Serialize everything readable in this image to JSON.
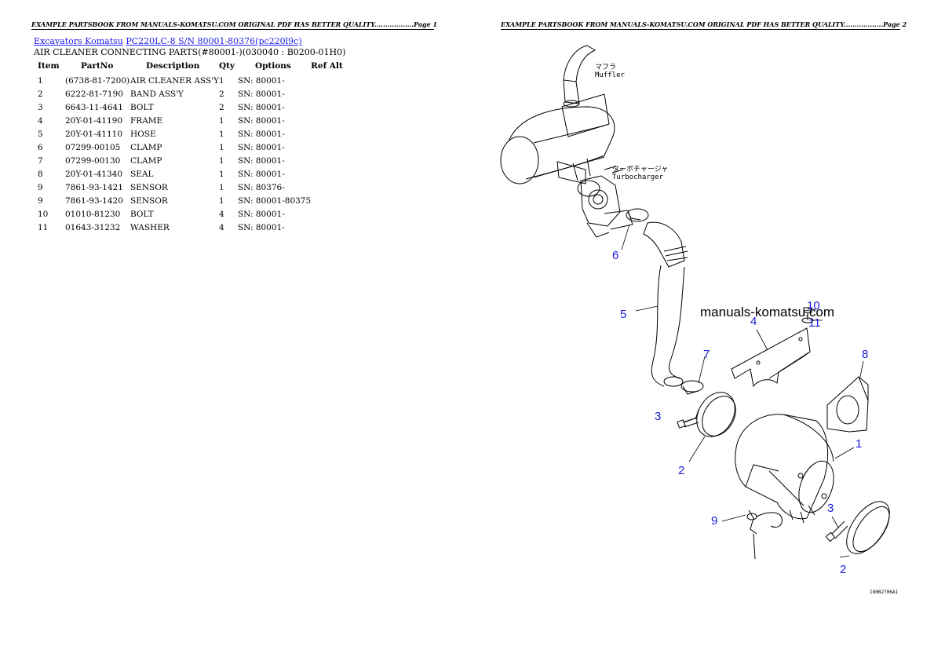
{
  "header": {
    "page1": "EXAMPLE PARTSBOOK FROM MANUALS-KOMATSU.COM ORIGINAL PDF HAS BETTER QUALITY..................Page 1",
    "page2": "EXAMPLE PARTSBOOK FROM MANUALS-KOMATSU.COM ORIGINAL PDF HAS BETTER QUALITY..................Page 2"
  },
  "breadcrumb": {
    "link1": "Excavators Komatsu",
    "link2": "PC220LC-8 S/N 80001-80376(pc220l9c)"
  },
  "subtitle": "AIR CLEANER CONNECTING PARTS(#80001-)(030040 : B0200-01H0)",
  "table": {
    "headers": [
      "Item",
      "PartNo",
      "Description",
      "Qty",
      "Options",
      "Ref Alt"
    ],
    "rows": [
      [
        "1",
        "(6738-81-7200)",
        "AIR CLEANER ASS'Y",
        "1",
        "SN: 80001-",
        ""
      ],
      [
        "2",
        "6222-81-7190",
        "BAND ASS'Y",
        "2",
        "SN: 80001-",
        ""
      ],
      [
        "3",
        "6643-11-4641",
        "BOLT",
        "2",
        "SN: 80001-",
        ""
      ],
      [
        "4",
        "20Y-01-41190",
        "FRAME",
        "1",
        "SN: 80001-",
        ""
      ],
      [
        "5",
        "20Y-01-41110",
        "HOSE",
        "1",
        "SN: 80001-",
        ""
      ],
      [
        "6",
        "07299-00105",
        "CLAMP",
        "1",
        "SN: 80001-",
        ""
      ],
      [
        "7",
        "07299-00130",
        "CLAMP",
        "1",
        "SN: 80001-",
        ""
      ],
      [
        "8",
        "20Y-01-41340",
        "SEAL",
        "1",
        "SN: 80001-",
        ""
      ],
      [
        "9",
        "7861-93-1421",
        "SENSOR",
        "1",
        "SN: 80376-",
        ""
      ],
      [
        "9",
        "7861-93-1420",
        "SENSOR",
        "1",
        "SN: 80001-80375",
        ""
      ],
      [
        "10",
        "01010-81230",
        "BOLT",
        "4",
        "SN: 80001-",
        ""
      ],
      [
        "11",
        "01643-31232",
        "WASHER",
        "4",
        "SN: 80001-",
        ""
      ]
    ]
  },
  "diagram": {
    "muffler_jp": "マフラ",
    "muffler_en": "Muffler",
    "turbo_jp": "ターボチャージャ",
    "turbo_en": "Turbocharger",
    "watermark": "manuals-komatsu.com",
    "figure_code": "I80B2706A1",
    "top_code": "",
    "callouts": {
      "c1": "1",
      "c2a": "2",
      "c2b": "2",
      "c3a": "3",
      "c3b": "3",
      "c4": "4",
      "c5": "5",
      "c6": "6",
      "c7": "7",
      "c8": "8",
      "c9": "9",
      "c10": "10",
      "c11": "11"
    }
  }
}
